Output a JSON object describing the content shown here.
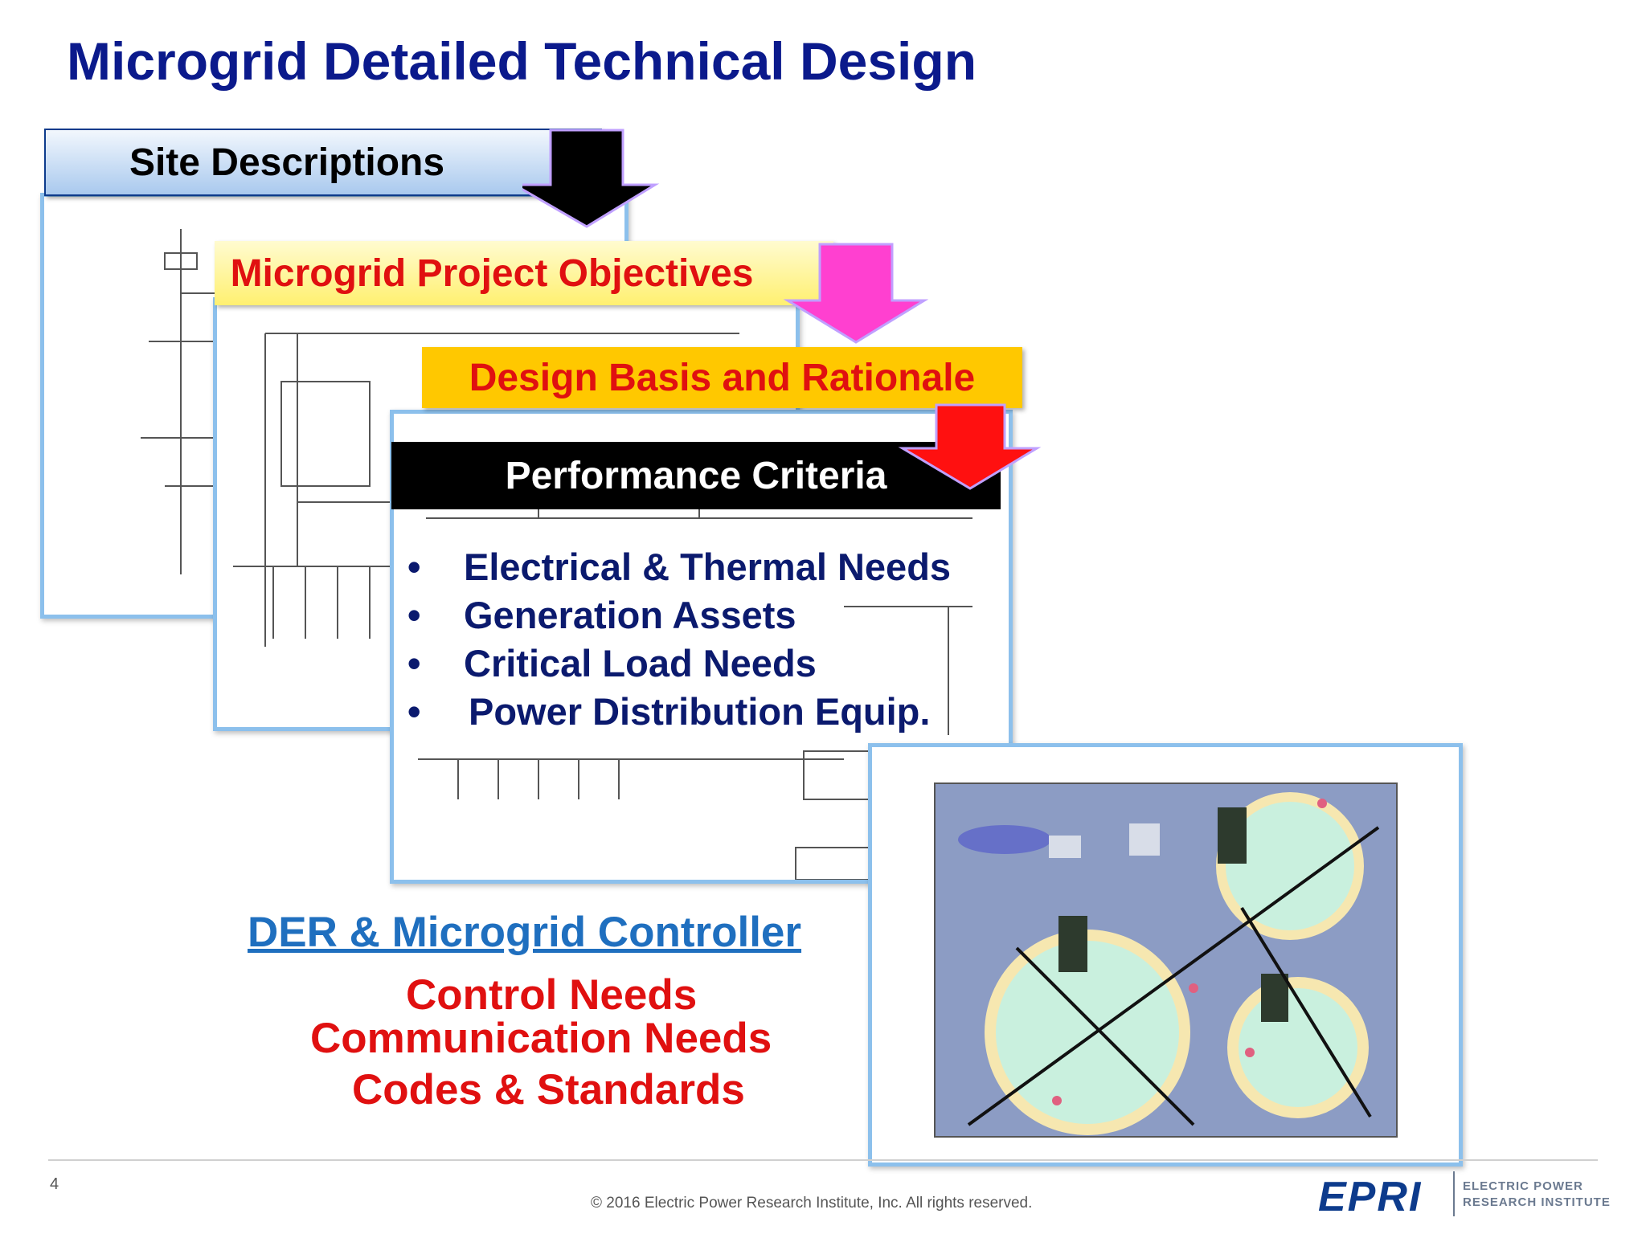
{
  "title": "Microgrid Detailed Technical Design",
  "stages": [
    {
      "label": "Site Descriptions",
      "color": "#000000",
      "arrow_color": "#000000"
    },
    {
      "label": "Microgrid Project Objectives",
      "color": "#e01010",
      "arrow_color": "#ff40d0"
    },
    {
      "label": "Design Basis and Rationale",
      "color": "#e01010",
      "arrow_color": "#ff1010"
    },
    {
      "label": "Performance Criteria",
      "color": "#ffffff"
    }
  ],
  "performance_items": [
    {
      "bullet": "•",
      "text": "Electrical & Thermal Needs"
    },
    {
      "bullet": "•",
      "text": "Generation Assets"
    },
    {
      "bullet": "•",
      "text": "Critical Load Needs"
    },
    {
      "bullet": "•",
      "text": "Power Distribution Equip."
    }
  ],
  "der": {
    "title": "DER & Microgrid Controller",
    "items": [
      "Control Needs",
      "Communication Needs",
      "Codes & Standards"
    ]
  },
  "footer": {
    "page_number": "4",
    "copyright": "© 2016 Electric Power Research Institute, Inc. All rights reserved.",
    "logo": "EPRI",
    "logo_line1": "ELECTRIC POWER",
    "logo_line2": "RESEARCH INSTITUTE"
  }
}
